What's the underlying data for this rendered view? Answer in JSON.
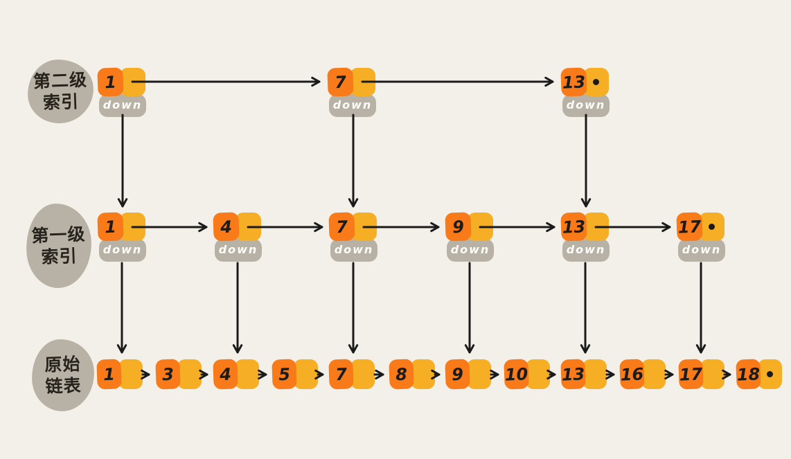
{
  "labels": {
    "down": "down",
    "level2_index": {
      "lines": [
        "第二级",
        "索引"
      ]
    },
    "level1_index": {
      "lines": [
        "第一级",
        "索引"
      ]
    },
    "original_list": {
      "lines": [
        "原始",
        "链表"
      ]
    }
  },
  "rows": {
    "level2": {
      "nodes": [
        {
          "value": "1"
        },
        {
          "value": "7"
        },
        {
          "value": "13",
          "null_pointer": true
        }
      ]
    },
    "level1": {
      "nodes": [
        {
          "value": "1"
        },
        {
          "value": "4"
        },
        {
          "value": "7"
        },
        {
          "value": "9"
        },
        {
          "value": "13"
        },
        {
          "value": "17",
          "null_pointer": true
        }
      ]
    },
    "base": {
      "nodes": [
        {
          "value": "1"
        },
        {
          "value": "3"
        },
        {
          "value": "4"
        },
        {
          "value": "5"
        },
        {
          "value": "7"
        },
        {
          "value": "8"
        },
        {
          "value": "9"
        },
        {
          "value": "10"
        },
        {
          "value": "13"
        },
        {
          "value": "16"
        },
        {
          "value": "17"
        },
        {
          "value": "18",
          "null_pointer": true
        }
      ]
    }
  },
  "colors": {
    "background": "#f2f0e9",
    "value_box": "#f87a19",
    "pointer_box": "#f6ae25",
    "gray": "#b8b1a5",
    "arrow": "#1a1a1a",
    "down_text": "#fdfcf8",
    "digit": "#1d1b17"
  }
}
